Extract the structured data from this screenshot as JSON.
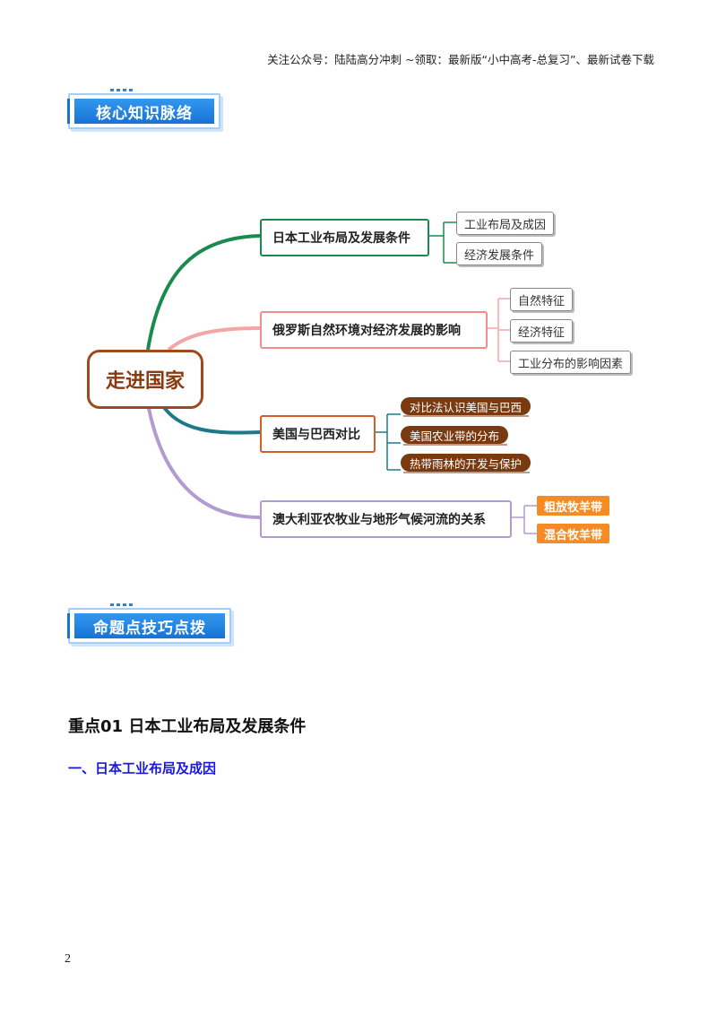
{
  "header": {
    "note": "关注公众号：陆陆高分冲刺 ~领取：最新版“小中高考-总复习”、最新试卷下载"
  },
  "section1": {
    "title": "核心知识脉络"
  },
  "mindmap": {
    "center": "走进国家",
    "branches": [
      {
        "label": "日本工业布局及发展条件",
        "color": "#1b8a4f",
        "children": [
          "工业布局及成因",
          "经济发展条件"
        ]
      },
      {
        "label": "俄罗斯自然环境对经济发展的影响",
        "color": "#f08c8c",
        "children": [
          "自然特征",
          "经济特征",
          "工业分布的影响因素"
        ]
      },
      {
        "label": "美国与巴西对比",
        "color": "#1a7a8a",
        "children": [
          "对比法认识美国与巴西",
          "美国农业带的分布",
          "热带雨林的开发与保护"
        ]
      },
      {
        "label": "澳大利亚农牧业与地形气候河流的关系",
        "color": "#b39bd1",
        "children": [
          "粗放牧羊带",
          "混合牧羊带"
        ]
      }
    ]
  },
  "section2": {
    "title": "命题点技巧点拨"
  },
  "content": {
    "key_heading": "重点01  日本工业布局及发展条件",
    "sub_heading": "一、日本工业布局及成因"
  },
  "page_number": "2"
}
